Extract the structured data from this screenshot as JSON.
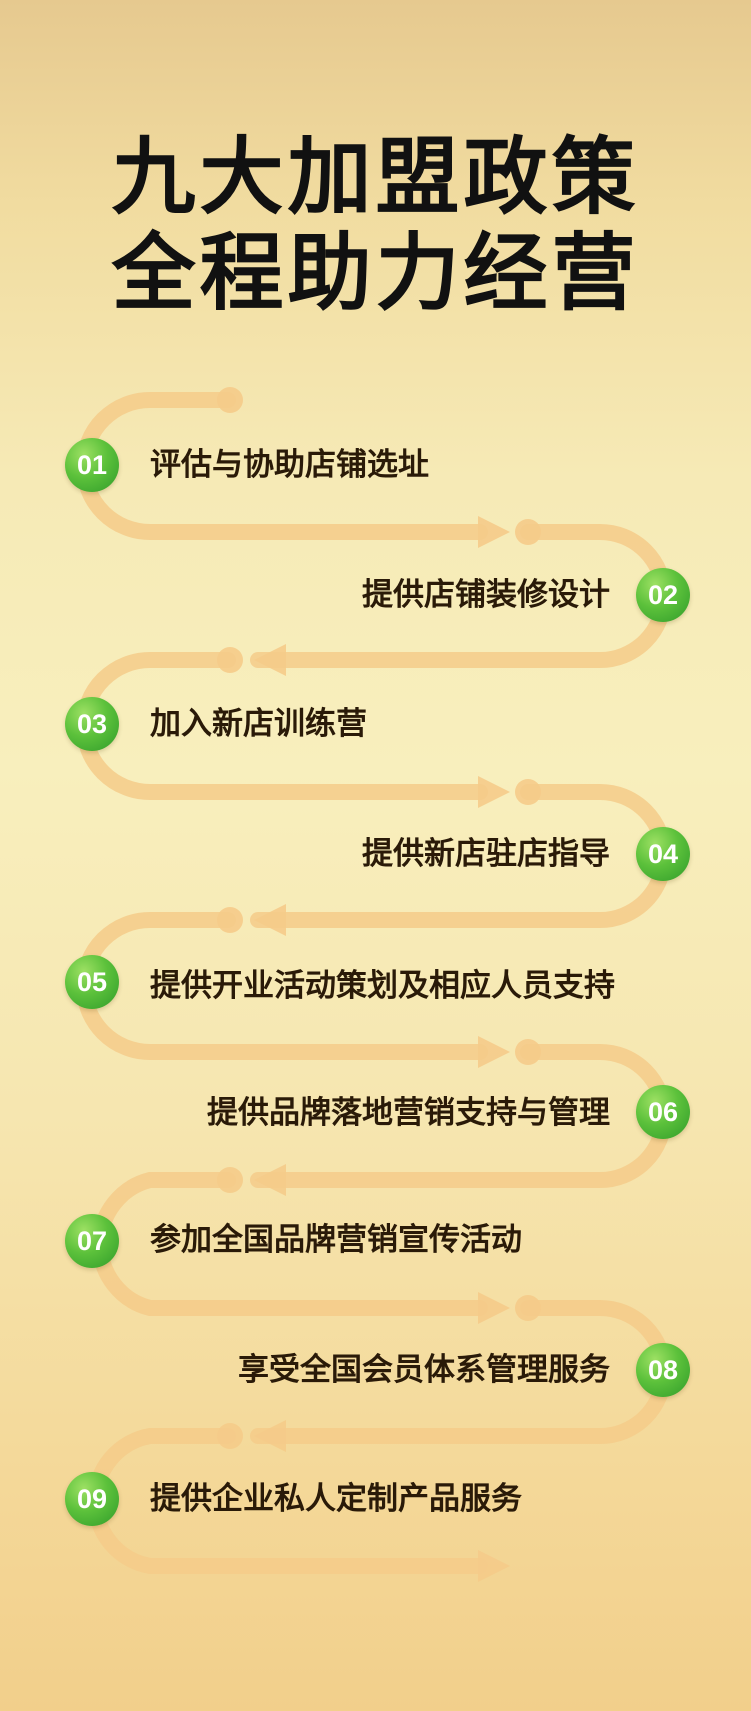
{
  "title": {
    "line1": "九大加盟政策",
    "line2": "全程助力经营"
  },
  "steps": [
    {
      "number": "01",
      "text": "评估与协助店铺选址"
    },
    {
      "number": "02",
      "text": "提供店铺装修设计"
    },
    {
      "number": "03",
      "text": "加入新店训练营"
    },
    {
      "number": "04",
      "text": "提供新店驻店指导"
    },
    {
      "number": "05",
      "text": "提供开业活动策划及相应人员支持"
    },
    {
      "number": "06",
      "text": "提供品牌落地营销支持与管理"
    },
    {
      "number": "07",
      "text": "参加全国品牌营销宣传活动"
    },
    {
      "number": "08",
      "text": "享受全国会员体系管理服务"
    },
    {
      "number": "09",
      "text": "提供企业私人定制产品服务"
    }
  ],
  "colors": {
    "badge": "#4cb534",
    "path": "#f4c985",
    "title": "#111111",
    "label": "#2a1a08"
  }
}
